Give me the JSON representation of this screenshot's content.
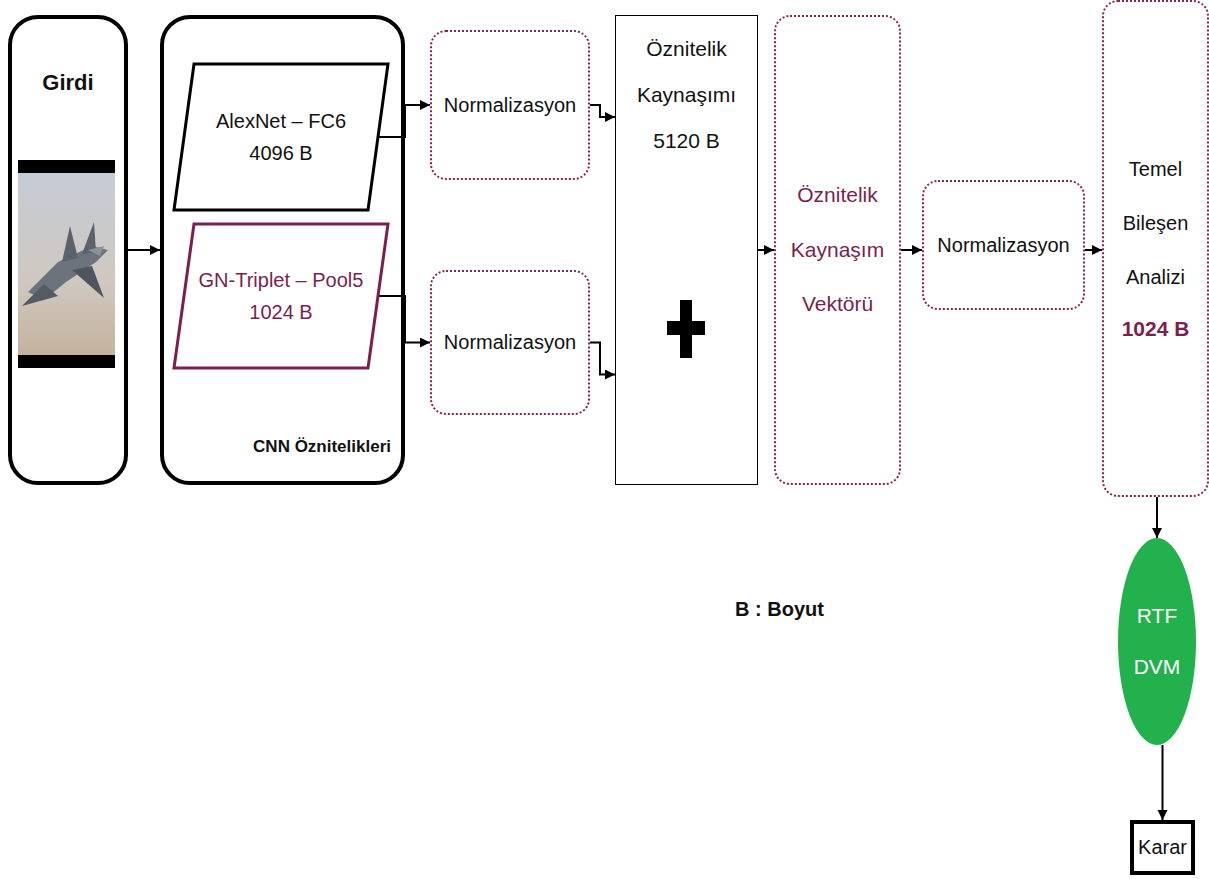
{
  "diagram": {
    "nodes": [
      {
        "text": [
          "Girdi"
        ]
      },
      {
        "text": [
          "CNN Öznitelikleri"
        ]
      },
      {
        "text": [
          "AlexNet – FC6",
          "4096 B"
        ],
        "in": 1
      },
      {
        "text": [
          "GN-Triplet – Pool5",
          "1024 B"
        ],
        "in": 1
      },
      {
        "text": [
          "Normalizasyon"
        ]
      },
      {
        "text": [
          "Normalizasyon"
        ]
      },
      {
        "text": [
          "Öznitelik Kaynaşımı",
          "5120 B"
        ]
      },
      {
        "text": [
          "Öznitelik Kaynaşım Vektörü"
        ]
      },
      {
        "text": [
          "Normalizasyon"
        ]
      },
      {
        "text": [
          "Temel Bileşen Analizi",
          "1024 B"
        ]
      },
      {
        "text": [
          "RTF DVM"
        ]
      },
      {
        "text": [
          "Karar"
        ]
      }
    ],
    "edges": [
      {
        "from": 0,
        "to": 1,
        "arrow": "to"
      },
      {
        "from": 2,
        "to": 4,
        "arrow": "to"
      },
      {
        "from": 3,
        "to": 5,
        "arrow": "to"
      },
      {
        "from": 4,
        "to": 6,
        "arrow": "to"
      },
      {
        "from": 5,
        "to": 6,
        "arrow": "to"
      },
      {
        "from": 6,
        "to": 7,
        "arrow": "to"
      },
      {
        "from": 7,
        "to": 8,
        "arrow": "to"
      },
      {
        "from": 8,
        "to": 9,
        "arrow": "to"
      },
      {
        "from": 9,
        "to": 10,
        "arrow": "to"
      },
      {
        "from": 10,
        "to": 11,
        "arrow": "to"
      }
    ],
    "labels": [
      "B : Boyut"
    ]
  }
}
